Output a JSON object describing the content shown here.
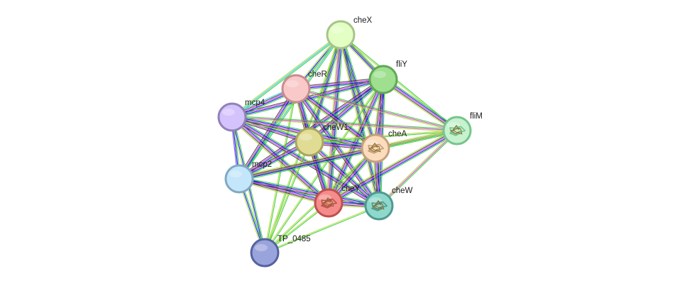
{
  "nodes": [
    {
      "id": "cheX",
      "label": "cheX",
      "fill": "#e4ffc4",
      "stroke": "#a6c48a",
      "structure": false
    },
    {
      "id": "fliY",
      "label": "fliY",
      "fill": "#9ee08f",
      "stroke": "#62a856",
      "structure": false
    },
    {
      "id": "cheR",
      "label": "cheR",
      "fill": "#f9c8c8",
      "stroke": "#c88d8d",
      "structure": false
    },
    {
      "id": "mcp4",
      "label": "mcp4",
      "fill": "#d4c2fc",
      "stroke": "#9181b8",
      "structure": false
    },
    {
      "id": "fliM",
      "label": "fliM",
      "fill": "#c6f2d0",
      "stroke": "#78c48c",
      "structure": true
    },
    {
      "id": "cheW1",
      "label": "cheW1",
      "fill": "#e0dc94",
      "stroke": "#a9a55e",
      "structure": false
    },
    {
      "id": "cheA",
      "label": "cheA",
      "fill": "#fbdcbc",
      "stroke": "#c6a07a",
      "structure": true
    },
    {
      "id": "mcp2",
      "label": "mcp2",
      "fill": "#c4e6fa",
      "stroke": "#82a9c3",
      "structure": false
    },
    {
      "id": "cheY",
      "label": "cheY",
      "fill": "#f58c8c",
      "stroke": "#c0504d",
      "structure": true
    },
    {
      "id": "cheW",
      "label": "cheW",
      "fill": "#8fd9cc",
      "stroke": "#4f9a90",
      "structure": true
    },
    {
      "id": "TP_0485",
      "label": "TP_0485",
      "fill": "#9aa4dc",
      "stroke": "#5562a0",
      "structure": false
    }
  ],
  "edge_colors": {
    "green": "#32cd32",
    "blue": "#0000ff",
    "magenta": "#d236d2",
    "cyan": "#22c8e8",
    "dark": "#3b3b3b",
    "lime": "#b0d838",
    "purple": "#6f3bd8"
  },
  "edges": [
    {
      "source": "cheX",
      "target": "fliY",
      "types": [
        "green",
        "dark",
        "blue",
        "lime"
      ]
    },
    {
      "source": "cheX",
      "target": "cheR",
      "types": [
        "green",
        "blue",
        "lime"
      ]
    },
    {
      "source": "cheX",
      "target": "mcp4",
      "types": [
        "green",
        "cyan",
        "lime"
      ]
    },
    {
      "source": "cheX",
      "target": "fliM",
      "types": [
        "green",
        "lime"
      ]
    },
    {
      "source": "cheX",
      "target": "cheW1",
      "types": [
        "green",
        "blue",
        "dark",
        "lime"
      ]
    },
    {
      "source": "cheX",
      "target": "cheA",
      "types": [
        "green",
        "blue",
        "dark",
        "lime"
      ]
    },
    {
      "source": "cheX",
      "target": "mcp2",
      "types": [
        "green",
        "cyan",
        "lime"
      ]
    },
    {
      "source": "cheX",
      "target": "cheY",
      "types": [
        "green",
        "blue",
        "dark",
        "magenta",
        "lime"
      ]
    },
    {
      "source": "cheX",
      "target": "cheW",
      "types": [
        "green",
        "blue",
        "dark",
        "lime"
      ]
    },
    {
      "source": "cheX",
      "target": "TP_0485",
      "types": [
        "green",
        "lime"
      ]
    },
    {
      "source": "fliY",
      "target": "cheR",
      "types": [
        "green",
        "blue",
        "magenta",
        "dark"
      ]
    },
    {
      "source": "fliY",
      "target": "mcp4",
      "types": [
        "green",
        "blue",
        "magenta",
        "dark"
      ]
    },
    {
      "source": "fliY",
      "target": "fliM",
      "types": [
        "green",
        "blue",
        "magenta",
        "dark",
        "lime"
      ]
    },
    {
      "source": "fliY",
      "target": "cheW1",
      "types": [
        "green",
        "blue",
        "magenta",
        "dark"
      ]
    },
    {
      "source": "fliY",
      "target": "cheA",
      "types": [
        "green",
        "blue",
        "magenta",
        "dark",
        "lime"
      ]
    },
    {
      "source": "fliY",
      "target": "mcp2",
      "types": [
        "green",
        "blue",
        "magenta",
        "dark"
      ]
    },
    {
      "source": "fliY",
      "target": "cheY",
      "types": [
        "green",
        "blue",
        "magenta",
        "dark",
        "lime"
      ]
    },
    {
      "source": "fliY",
      "target": "cheW",
      "types": [
        "green",
        "blue",
        "magenta",
        "dark"
      ]
    },
    {
      "source": "fliY",
      "target": "TP_0485",
      "types": [
        "green",
        "lime"
      ]
    },
    {
      "source": "cheR",
      "target": "mcp4",
      "types": [
        "green",
        "blue",
        "magenta",
        "dark",
        "cyan"
      ]
    },
    {
      "source": "cheR",
      "target": "fliM",
      "types": [
        "green",
        "magenta",
        "lime"
      ]
    },
    {
      "source": "cheR",
      "target": "cheW1",
      "types": [
        "green",
        "blue",
        "magenta",
        "dark"
      ]
    },
    {
      "source": "cheR",
      "target": "cheA",
      "types": [
        "green",
        "blue",
        "magenta",
        "dark",
        "lime"
      ]
    },
    {
      "source": "cheR",
      "target": "mcp2",
      "types": [
        "green",
        "blue",
        "magenta",
        "dark"
      ]
    },
    {
      "source": "cheR",
      "target": "cheY",
      "types": [
        "green",
        "blue",
        "magenta",
        "dark",
        "lime"
      ]
    },
    {
      "source": "cheR",
      "target": "cheW",
      "types": [
        "green",
        "blue",
        "magenta",
        "dark"
      ]
    },
    {
      "source": "cheR",
      "target": "TP_0485",
      "types": [
        "green",
        "lime"
      ]
    },
    {
      "source": "mcp4",
      "target": "fliM",
      "types": [
        "green",
        "magenta",
        "lime"
      ]
    },
    {
      "source": "mcp4",
      "target": "cheW1",
      "types": [
        "green",
        "blue",
        "magenta",
        "dark"
      ]
    },
    {
      "source": "mcp4",
      "target": "cheA",
      "types": [
        "green",
        "blue",
        "magenta",
        "dark",
        "lime"
      ]
    },
    {
      "source": "mcp4",
      "target": "mcp2",
      "types": [
        "green",
        "blue",
        "purple"
      ]
    },
    {
      "source": "mcp4",
      "target": "cheY",
      "types": [
        "green",
        "blue",
        "magenta",
        "dark",
        "lime"
      ]
    },
    {
      "source": "mcp4",
      "target": "cheW",
      "types": [
        "green",
        "blue",
        "magenta",
        "dark"
      ]
    },
    {
      "source": "mcp4",
      "target": "TP_0485",
      "types": [
        "green",
        "blue",
        "lime"
      ]
    },
    {
      "source": "fliM",
      "target": "cheW1",
      "types": [
        "green",
        "lime"
      ]
    },
    {
      "source": "fliM",
      "target": "cheA",
      "types": [
        "green",
        "magenta",
        "dark",
        "lime"
      ]
    },
    {
      "source": "fliM",
      "target": "mcp2",
      "types": [
        "green",
        "lime"
      ]
    },
    {
      "source": "fliM",
      "target": "cheY",
      "types": [
        "green",
        "blue",
        "magenta",
        "dark",
        "lime"
      ]
    },
    {
      "source": "fliM",
      "target": "cheW",
      "types": [
        "green",
        "magenta",
        "lime"
      ]
    },
    {
      "source": "cheW1",
      "target": "cheA",
      "types": [
        "green",
        "blue",
        "magenta",
        "dark"
      ]
    },
    {
      "source": "cheW1",
      "target": "mcp2",
      "types": [
        "green",
        "blue",
        "magenta",
        "dark"
      ]
    },
    {
      "source": "cheW1",
      "target": "cheY",
      "types": [
        "green",
        "blue",
        "magenta",
        "dark"
      ]
    },
    {
      "source": "cheW1",
      "target": "cheW",
      "types": [
        "green",
        "blue",
        "magenta",
        "dark"
      ]
    },
    {
      "source": "cheW1",
      "target": "TP_0485",
      "types": [
        "green",
        "lime"
      ]
    },
    {
      "source": "cheA",
      "target": "mcp2",
      "types": [
        "green",
        "blue",
        "magenta",
        "dark",
        "lime"
      ]
    },
    {
      "source": "cheA",
      "target": "cheY",
      "types": [
        "green",
        "blue",
        "magenta",
        "dark",
        "lime"
      ]
    },
    {
      "source": "cheA",
      "target": "cheW",
      "types": [
        "green",
        "blue",
        "magenta",
        "dark",
        "lime"
      ]
    },
    {
      "source": "cheA",
      "target": "TP_0485",
      "types": [
        "green",
        "lime"
      ]
    },
    {
      "source": "mcp2",
      "target": "cheY",
      "types": [
        "green",
        "blue",
        "magenta",
        "dark",
        "lime"
      ]
    },
    {
      "source": "mcp2",
      "target": "cheW",
      "types": [
        "green",
        "blue",
        "magenta",
        "dark"
      ]
    },
    {
      "source": "mcp2",
      "target": "TP_0485",
      "types": [
        "green",
        "blue",
        "lime"
      ]
    },
    {
      "source": "cheY",
      "target": "cheW",
      "types": [
        "green",
        "blue",
        "magenta",
        "dark",
        "lime"
      ]
    },
    {
      "source": "cheY",
      "target": "TP_0485",
      "types": [
        "green",
        "lime"
      ]
    },
    {
      "source": "cheW",
      "target": "TP_0485",
      "types": [
        "green",
        "lime"
      ]
    }
  ]
}
